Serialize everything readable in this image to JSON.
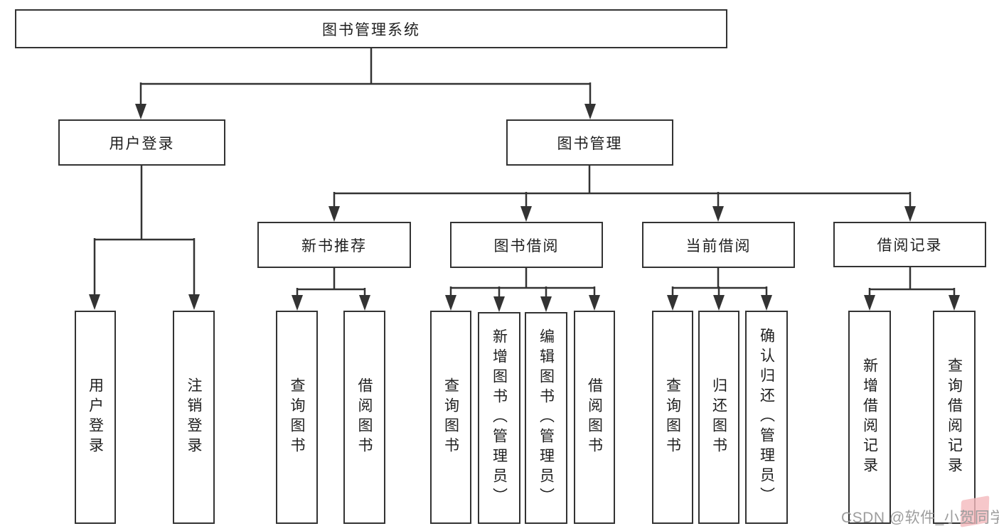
{
  "diagram": {
    "root": "图书管理系统",
    "level2": {
      "user_login": "用户登录",
      "book_management": "图书管理"
    },
    "level3": {
      "new_book_recommend": "新书推荐",
      "book_borrow": "图书借阅",
      "current_borrow": "当前借阅",
      "borrow_records": "借阅记录"
    },
    "leaves": {
      "user_login": "用户登录",
      "logout": "注销登录",
      "nbr_query_book": "查询图书",
      "nbr_borrow_book": "借阅图书",
      "bb_query_book": "查询图书",
      "bb_add_book": "新增图书（管理员）",
      "bb_edit_book": "编辑图书（管理员）",
      "bb_borrow_book": "借阅图书",
      "cb_query_book": "查询图书",
      "cb_return_book": "归还图书",
      "cb_confirm_return": "确认归还（管理员）",
      "br_add_record": "新增借阅记录",
      "br_query_record": "查询借阅记录"
    }
  },
  "watermark": {
    "text": "CSDN @软件_小贺同学"
  },
  "colors": {
    "line": "#333333",
    "box_border": "#333333",
    "text": "#1f1f1f",
    "background": "#ffffff",
    "watermark_text": "#9d9d9d",
    "watermark_badge": "#f4b9bd"
  }
}
